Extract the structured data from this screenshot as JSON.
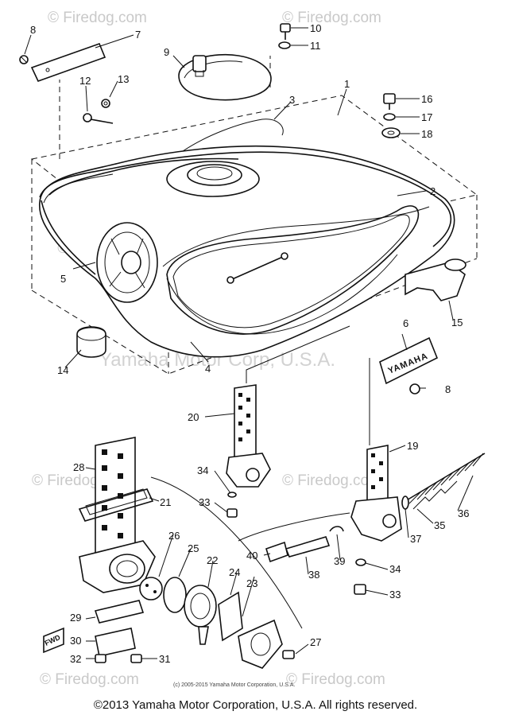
{
  "watermarks": {
    "site": "© Firedog.com",
    "center": "Yamaha Motor Corp, U.S.A."
  },
  "small_copyright": "(c) 2005-2015 Yamaha Motor Corporation, U.S.A.",
  "footer": "©2013 Yamaha Motor Corporation, U.S.A. All rights reserved.",
  "fwd_label": "FWD",
  "emblem_text": "YAMAHA",
  "callouts": [
    "1",
    "2",
    "3",
    "4",
    "5",
    "6",
    "7",
    "8",
    "9",
    "10",
    "11",
    "12",
    "13",
    "14",
    "15",
    "16",
    "17",
    "18",
    "19",
    "20",
    "21",
    "22",
    "23",
    "24",
    "25",
    "26",
    "27",
    "28",
    "29",
    "30",
    "31",
    "32",
    "33",
    "34",
    "35",
    "36",
    "37",
    "38",
    "39",
    "40"
  ],
  "callout_8b": "8",
  "callout_33b": "33",
  "callout_34b": "34"
}
